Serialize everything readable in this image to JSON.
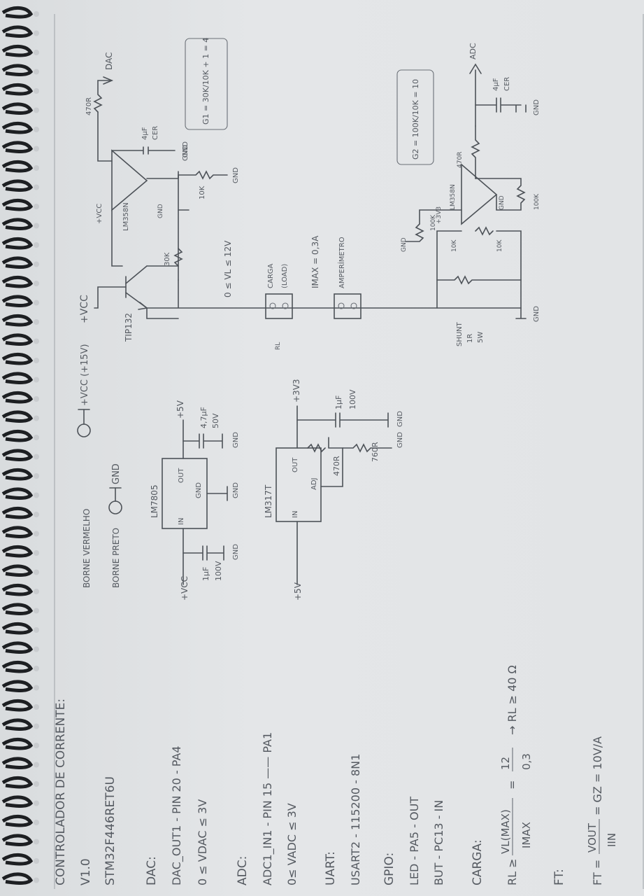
{
  "notes": {
    "title": "CONTROLADOR DE CORRENTE:",
    "version": "V1.0",
    "mcu": "STM32F446RET6U",
    "dac_h": "DAC:",
    "dac_1": "DAC_OUT1 - PIN 20 - PA4",
    "dac_2": "0 ≤ VDAC ≤ 3V",
    "adc_h": "ADC:",
    "adc_1": "ADC1_IN1 - PIN 15 —— PA1",
    "adc_2": "0≤ VADC ≤ 3V",
    "uart_h": "UART:",
    "uart_1": "USART2 - 115200 - 8N1",
    "gpio_h": "GPIO:",
    "gpio_1": "LED - PA5 - OUT",
    "gpio_2": "BUT - PC13 - IN",
    "carga_h": "CARGA:",
    "carga_lhs": "RL ≥",
    "carga_num": "VL(MAX)",
    "carga_den": "IMAX",
    "carga_eq": "=",
    "carga_n2": "12",
    "carga_d2": "0,3",
    "carga_res": "→ RL ≥ 40 Ω",
    "ft_h": "FT:",
    "ft_lhs": "FT =",
    "ft_num": "VOUT",
    "ft_den": "IIN",
    "ft_res": "= GZ = 10V/A"
  },
  "power": {
    "borne_red": "BORNE VERMELHO",
    "borne_red_net": "+VCC (+15V)",
    "borne_black": "BORNE PRETO",
    "borne_black_net": "GND",
    "reg1": "LM7805",
    "reg1_in": "IN",
    "reg1_out": "OUT",
    "reg1_gnd": "GND",
    "reg1_vin": "+VCC",
    "reg1_vout": "+5V",
    "c1": "1µF",
    "c1b": "100V",
    "c2": "4,7µF",
    "c2b": "50V",
    "gnd": "GND",
    "reg2": "LM317T",
    "reg2_in": "IN",
    "reg2_out": "OUT",
    "reg2_adj": "ADJ",
    "reg2_vin": "+5V",
    "reg2_vout": "+3V3",
    "r1": "470R",
    "r2": "760R",
    "c3": "1µF",
    "c3b": "100V"
  },
  "circuit": {
    "vcc": "+VCC",
    "tip": "TIP132",
    "op1": "LM358N",
    "op1_vcc": "+VCC",
    "op1_gnd": "GND",
    "r_dac": "470R",
    "dac": "DAC",
    "c_dac": "4µF",
    "c_dac_b": "CER",
    "gnd": "GND",
    "g1": "G1 = 30K/10K + 1 = 4",
    "r30k": "30K",
    "r10k": "10K",
    "vl": "0 ≤ VL ≤ 12V",
    "load": "CARGA",
    "load_b": "(LOAD)",
    "rl": "RL",
    "imax": "IMAX = 0,3A",
    "amp": "AMPERÍMETRO",
    "shunt": "SHUNT",
    "shunt_b": "1R",
    "shunt_c": "5W",
    "op2": "LM358N",
    "op2_v": "+3V3",
    "r100k_a": "100K",
    "r10k_a": "10K",
    "r10k_b": "10K",
    "r100k_b": "100K",
    "r_adc": "470R",
    "adc": "ADC",
    "c_adc": "4µF",
    "c_adc_b": "CER",
    "g2": "G2 = 100K/10K = 10"
  }
}
